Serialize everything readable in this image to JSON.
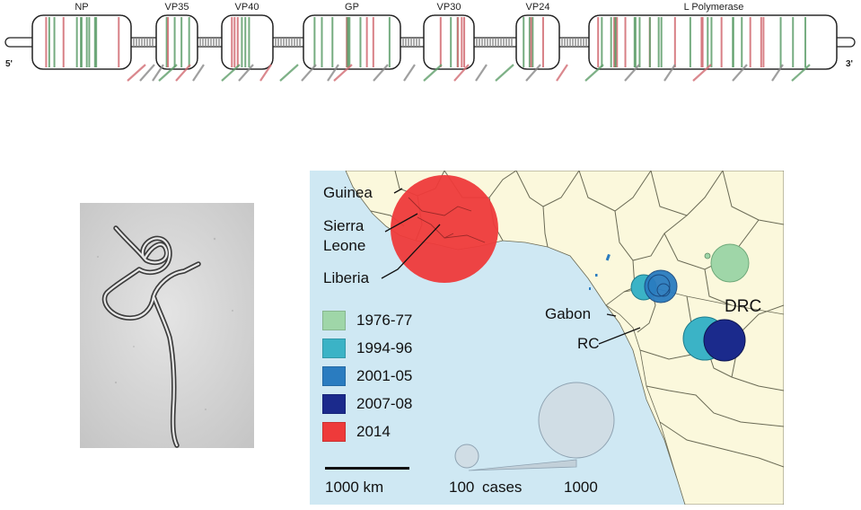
{
  "genome": {
    "five_prime": "5'",
    "three_prime": "3'",
    "genes": [
      {
        "name": "NP"
      },
      {
        "name": "VP35"
      },
      {
        "name": "VP40"
      },
      {
        "name": "GP"
      },
      {
        "name": "VP30"
      },
      {
        "name": "VP24"
      },
      {
        "name": "L Polymerase"
      }
    ]
  },
  "map": {
    "labels": {
      "guinea": "Guinea",
      "sierra_leone_1": "Sierra",
      "sierra_leone_2": "Leone",
      "liberia": "Liberia",
      "gabon": "Gabon",
      "rc": "RC",
      "drc": "DRC"
    },
    "legend": [
      {
        "label": "1976-77",
        "color": "#9fd6a8"
      },
      {
        "label": "1994-96",
        "color": "#3bb3c6"
      },
      {
        "label": "2001-05",
        "color": "#2a7cc0"
      },
      {
        "label": "2007-08",
        "color": "#1b2a8c"
      },
      {
        "label": "2014",
        "color": "#ee3a3a"
      }
    ],
    "scale_bar": "1000 km",
    "size_key": {
      "small": "100",
      "word": "cases",
      "large": "1000"
    },
    "colors": {
      "ocean": "#cfe8f3",
      "land": "#fbf8dc",
      "border": "#6a6a55"
    }
  }
}
